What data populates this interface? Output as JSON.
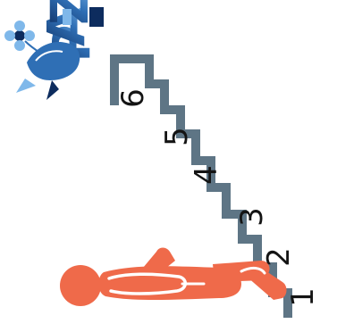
{
  "logo": {
    "word": "PAZ",
    "letters": [
      "P",
      "A",
      "Z"
    ]
  },
  "steps": {
    "labels": [
      "1",
      "2",
      "3",
      "4",
      "5",
      "6"
    ],
    "count": 6
  },
  "colors": {
    "staircase": "#5e7585",
    "figure": "#ef6a4a",
    "figure_outline": "#ffffff",
    "numbers": "#141414",
    "logo_dark": "#0d2c5e",
    "logo_light": "#7fb8ea",
    "background": "#ffffff"
  },
  "icons": [
    "peace-dove-icon",
    "flower-icon",
    "person-figure-icon",
    "staircase-icon"
  ]
}
